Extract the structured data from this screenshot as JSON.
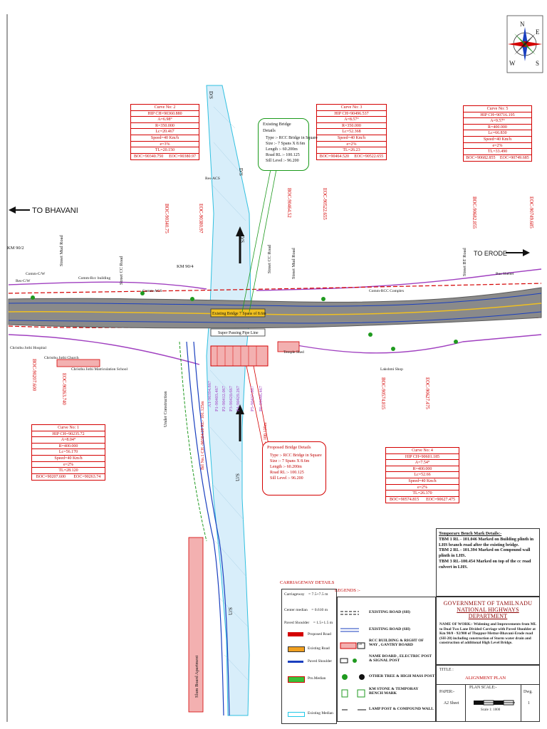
{
  "direction_labels": {
    "to_bhavani": "TO BHAVANI",
    "to_erode": "TO ERODE",
    "ds_top": "D/S",
    "ds_mid": "D/S",
    "us_mid": "U/S",
    "us_bottom": "U/S",
    "km_90_2": "KM 90/2",
    "km_90_4": "KM 90/4"
  },
  "compass": {
    "n": "N",
    "e": "E",
    "s": "S",
    "w": "W"
  },
  "curves": [
    {
      "title": "Curve No: 2",
      "rows": [
        "HIP CH=90360.880",
        "A=6.98°",
        "R=350.000",
        "Lc=20.467",
        "Speed=40 Km/h",
        "e=3%",
        "TL=20.150"
      ],
      "boc": "BOC=90340.750",
      "eoc": "EOC=90380.97"
    },
    {
      "title": "Curve No: 3",
      "rows": [
        "HIP CH=90496.537",
        "A=8.57°",
        "R=350.000",
        "Lc=52.368",
        "Speed=40 Km/h",
        "e=2%",
        "TL=26.23"
      ],
      "boc": "BOC=90464.520",
      "eoc": "EOC=90522.655"
    },
    {
      "title": "Curve No: 5",
      "rows": [
        "HIP CH=90716.195",
        "A=9.57°",
        "R=400.000",
        "Lc=66.830",
        "Speed=40 Km/h",
        "e=2%",
        "TL=33.490"
      ],
      "boc": "BOC=90682.855",
      "eoc": "EOC=90749.685"
    },
    {
      "title": "Curve No: 1",
      "rows": [
        "HIP CH=90235.72",
        "A=8.04°",
        "R=400.000",
        "Lc=56.170",
        "Speed=40 Km/h",
        "e=2%",
        "TL=28.120"
      ],
      "boc": "BOC=90207.600",
      "eoc": "EOC=90263.74"
    },
    {
      "title": "Curve No: 4",
      "rows": [
        "HIP CH=90601.185",
        "A=7.54°",
        "R=400.000",
        "Lc=52.66",
        "Speed=40 Km/h",
        "e=2%",
        "TL=26.370"
      ],
      "boc": "BOC=90574.815",
      "eoc": "EOC=90627.475"
    }
  ],
  "existing_bridge": {
    "title": "Existing Bridge Details",
    "lines": [
      "Type  :- RCC Bridge in Square",
      "Size   :- 7 Spans X 8.6m",
      "Length :- 60.200m",
      "Road RL  :- 100.125",
      "Sill Level :- 96.200"
    ]
  },
  "proposed_bridge": {
    "title": "Proposed Bridge Details",
    "lines": [
      "Type  :- RCC Bridge in Square",
      "Size   :- 7 Spans X 8.6m",
      "Length :- 60.200m",
      "Road RL  :- 100.125",
      "Sill Level :- 96.200"
    ]
  },
  "vertical_labels": {
    "boc_90340": "BOC-90340.75",
    "eoc_90380": "EOC-90380.97",
    "boc_90464": "BOC-90464.52",
    "eoc_90522": "EOC-90522.655",
    "boc_90682": "BOC-90682.855",
    "eoc_90749": "EOC-90749.685",
    "boc_90207": "BOC-90207.600",
    "eoc_90263": "EOC-90263.740",
    "boc_90574": "BOC-90574.815",
    "eoc_90627": "EOC-90627.475",
    "p1": "A1-90394.867",
    "p2": "P1-90403.467",
    "p3": "P2-90412.067",
    "p4": "P3-90420.667",
    "p5": "P4-90429.267",
    "p6": "P5-90437.867",
    "p7": "P6-90446.467",
    "br_ch1": "Brl No.1 CH -90384.28 RL- 101.125m",
    "br_ch2": "Brl No.2 CH -90459.06 RL- 100.125m",
    "syd_ch": "Syd Ch-90459.06",
    "street_mud": "Street Mud Road",
    "street_cc": "Street CC Road",
    "street_mud2": "Street Mud Road",
    "street_bt": "Street BT Road",
    "street_cc2": "Street CC Road",
    "under_construction": "Under Construction",
    "slum_board": "Slum Board Apartment"
  },
  "road_labels": {
    "existing_bridge": "Existing Bridge 7 Spans of 8.6m",
    "super_passing": "Super Passing Pipe Line",
    "comm_cw": "Comm-C/W",
    "comm_rcc_building": "Comm-Rcc building",
    "comm_acs": "Comm-ACS",
    "comm_rcc_complex": "Comm-RCC Complex",
    "bus_shelter": "Bus Shelter",
    "christhu_hospital": "Christhu Jothi Hospital",
    "christhu_church": "Christhu Jothi Church",
    "christhu_school": "Christhu Jothi Matriculation School",
    "temple": "Temple Shed",
    "res_cw": "Res-C/W",
    "res_acs": "Res-ACS",
    "lakshmi": "Lakshmi Shop"
  },
  "carriageway": {
    "title": "CARRIAGEWAY DETAILS",
    "rows": [
      {
        "label": "Carriageway",
        "value": "= 7.5+7.5  m"
      },
      {
        "label": "Center median",
        "value": "= 0.610  m"
      },
      {
        "label": "Paved Shoulder",
        "value": "= 1.5+1.5  m"
      }
    ],
    "legend": [
      {
        "label": "Proposed Road",
        "color": "#d40000"
      },
      {
        "label": "Existing Road",
        "color": "#f0a020"
      },
      {
        "label": "Paved Shoulder",
        "color": "#1a3fbf"
      },
      {
        "label": "Pro.Median",
        "color": "#38c038"
      },
      {
        "label": "Existing  Median",
        "color": "#20c8e8"
      }
    ]
  },
  "legends": {
    "title": "LEGENDS :-",
    "items": [
      "EXISTING ROAD (SH)",
      "EXISTING ROAD (SH)",
      "RCC BUILDING & RIGHT OF WAY , GANTRY BOARD",
      "NAME BOARD , ELECTRIC POST & SIGNAL POST",
      "OTHER TREE & HIGH MASS POST",
      "KM STONE & TEMPORAY BENCH MARK",
      "LAMP POST & COMPOUND WALL"
    ],
    "cb_label": "CB"
  },
  "tbm": {
    "title": "Temporary Bench Mark Details:-",
    "lines": [
      "TBM 1 RL - 101.046  Marked on Building plinth in LHS branch road after the existing bridge.",
      "TBM 2 RL - 101.394 Marked on Compound wall plinth in LHS.",
      "TBM 3 RL-100.454 Marked on top of the cc road culvert in LHS."
    ]
  },
  "government": {
    "line1": "GOVERNMENT  OF  TAMILNADU",
    "line2": "NATIONAL  HIGHWAYS  DEPARTMENT",
    "work": "NAME OF WORK:- Widening and Improvements from ML to Dual Two Lane Divided Carriage with Paved Shoulder at Km 90/0 - 92/900 of Thoppur-Mettur-Bhavani-Erode road (SH-20) including construction of Storm water drain and construction of additional High Level Bridge."
  },
  "title_block": {
    "title_label": "TITLE :",
    "title_value": "ALIGNMENT PLAN",
    "paper_label": "PAPER:-",
    "paper_value": "A2 Sheet",
    "plan_scale": "PLAN SCALE:-",
    "scale_value": "Scale 1: 1000",
    "dwg_label": "Dwg.",
    "dwg_value": "1"
  },
  "colors": {
    "road_gray": "#8a8a8a",
    "road_dark": "#5a5a5a",
    "red": "#d40000",
    "green": "#1f9a1f",
    "river": "#d8eefa",
    "river_edge": "#30c0e0",
    "purple": "#a040c0",
    "blue": "#1a3fbf",
    "yellow": "#f0c020"
  }
}
